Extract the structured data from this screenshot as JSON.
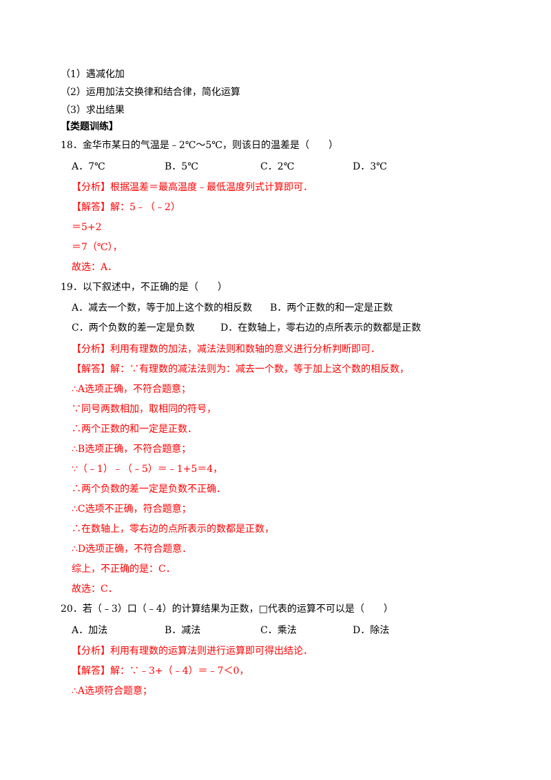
{
  "steps": [
    "（1）遇减化加",
    "（2）运用加法交换律和结合律，简化运算",
    "（3）求出结果"
  ],
  "section_title": "【类题训练】",
  "q18": {
    "stem": "18．金华市某日的气温是﹣2℃～5℃，则该日的温差是（　　）",
    "options": [
      "A．7℃",
      "B．5℃",
      "C．2℃",
      "D．3℃"
    ],
    "analysis": "【分析】根据温差＝最高温度﹣最低温度列式计算即可．",
    "solution": [
      "【解答】解：5﹣（﹣2）",
      "＝5+2",
      "＝7（℃），",
      "故选：A．"
    ]
  },
  "q19": {
    "stem": "19．以下叙述中，不正确的是（　　）",
    "options": [
      "A．减去一个数，等于加上这个数的相反数",
      "B．两个正数的和一定是正数",
      "C．两个负数的差一定是负数",
      "D．在数轴上，零右边的点所表示的数都是正数"
    ],
    "analysis": "【分析】利用有理数的加法，减法法则和数轴的意义进行分析判断即可．",
    "solution": [
      "【解答】解：∵有理数的减法法则为：减去一个数，等于加上这个数的相反数，",
      "∴A选项正确，不符合题意；",
      "∵同号两数相加，取相同的符号，",
      "∴两个正数的和一定是正数．",
      "∴B选项正确，不符合题意；",
      "∵（﹣1）﹣（﹣5）＝﹣1+5＝4，",
      "∴两个负数的差一定是负数不正确．",
      "∴C选项不正确，符合题意；",
      "∴在数轴上，零右边的点所表示的数都是正数，",
      "∴D选项正确，不符合题意．",
      "综上，不正确的是：C．",
      "故选：C．"
    ]
  },
  "q20": {
    "stem": "20．若（﹣3）口（﹣4）的计算结果为正数，□代表的运算不可以是（　　）",
    "options": [
      "A．加法",
      "B．减法",
      "C．乘法",
      "D．除法"
    ],
    "analysis": "【分析】利用有理数的运算法则进行运算即可得出结论．",
    "solution": [
      "【解答】解：∵﹣3+（﹣4）＝﹣7＜0，",
      "∴A选项符合题意；"
    ]
  },
  "colors": {
    "text": "#000000",
    "answer": "#ff0000"
  }
}
